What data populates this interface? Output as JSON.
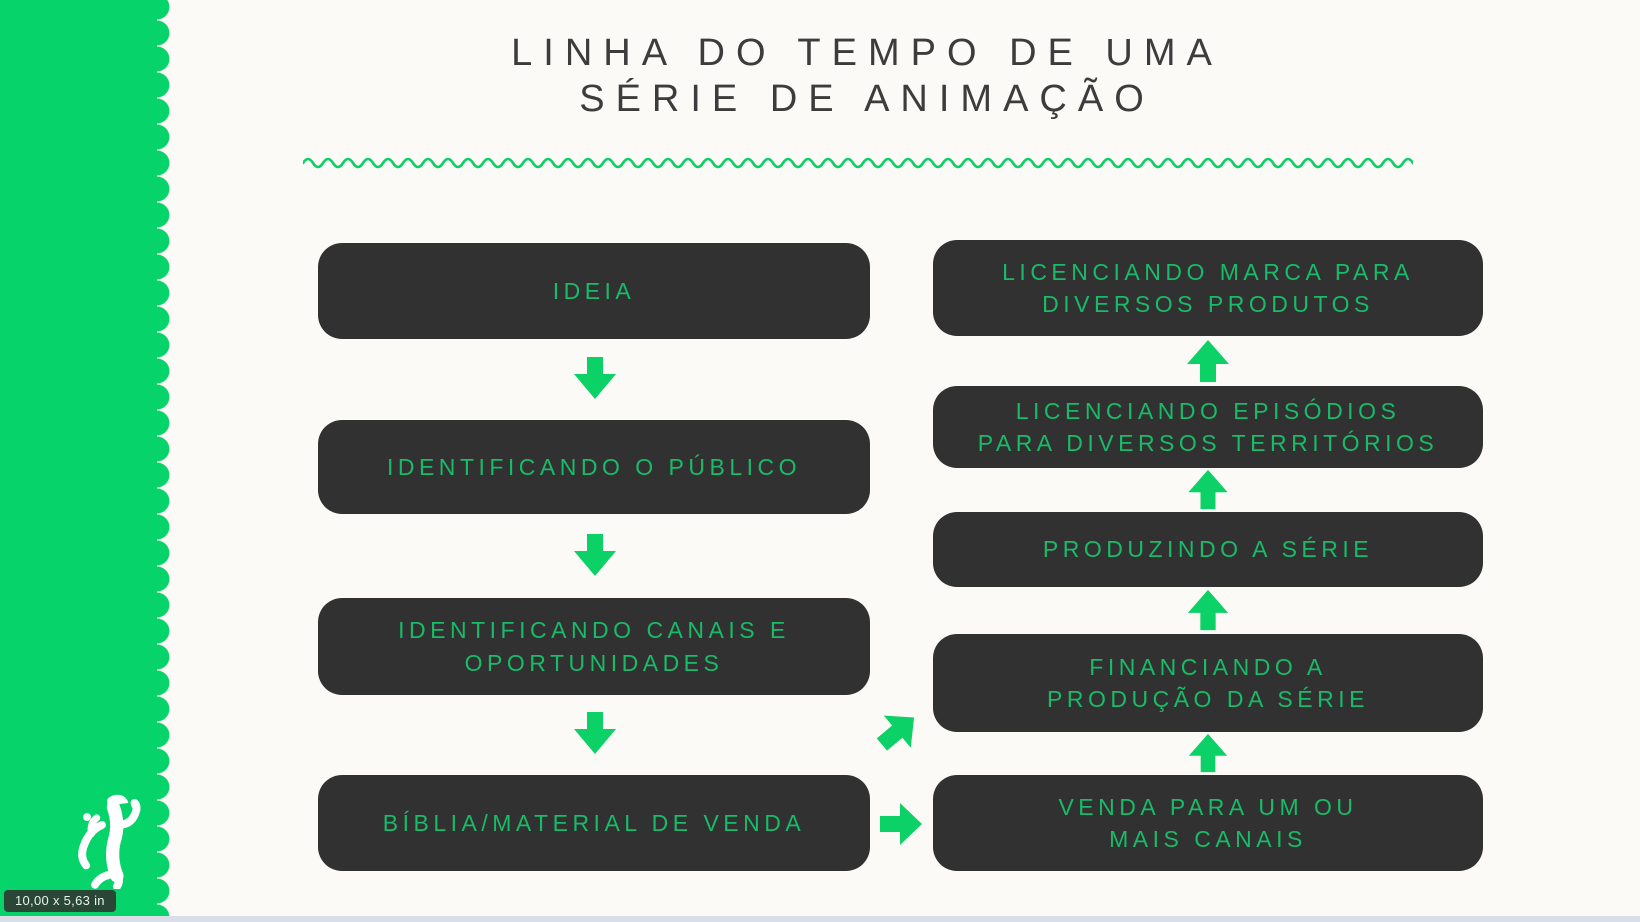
{
  "slide": {
    "title_line1": "LINHA DO TEMPO DE UMA",
    "title_line2": "SÉRIE DE ANIMAÇÃO"
  },
  "left_column": {
    "steps": [
      {
        "label": "IDEIA"
      },
      {
        "label": "IDENTIFICANDO O PÚBLICO"
      },
      {
        "label": "IDENTIFICANDO CANAIS E\nOPORTUNIDADES"
      },
      {
        "label": "BÍBLIA/MATERIAL DE VENDA"
      }
    ]
  },
  "right_column": {
    "steps": [
      {
        "label": "LICENCIANDO MARCA PARA\nDIVERSOS PRODUTOS"
      },
      {
        "label": "LICENCIANDO EPISÓDIOS\nPARA DIVERSOS TERRITÓRIOS"
      },
      {
        "label": "PRODUZINDO A SÉRIE"
      },
      {
        "label": "FINANCIANDO A\nPRODUÇÃO DA SÉRIE"
      },
      {
        "label": "VENDA PARA UM OU\nMAIS CANAIS"
      }
    ]
  },
  "status": {
    "size_badge": "10,00 x 5,63 in"
  },
  "icons": {
    "down_arrow": "block-arrow-down",
    "up_arrow": "block-arrow-up",
    "right_arrow": "block-arrow-right",
    "diagonal_arrow": "block-arrow-up-right",
    "logo": "dancing-mascot-logo"
  },
  "colors": {
    "accent_green": "#06d36a",
    "arrow_green": "#0bd167",
    "node_background": "#323132",
    "node_text_green": "#18bb67",
    "title_text": "#3c3c3c",
    "badge_background": "#2a4636",
    "page_background": "#fbfaf6",
    "bottom_strip": "#d9dee8"
  }
}
